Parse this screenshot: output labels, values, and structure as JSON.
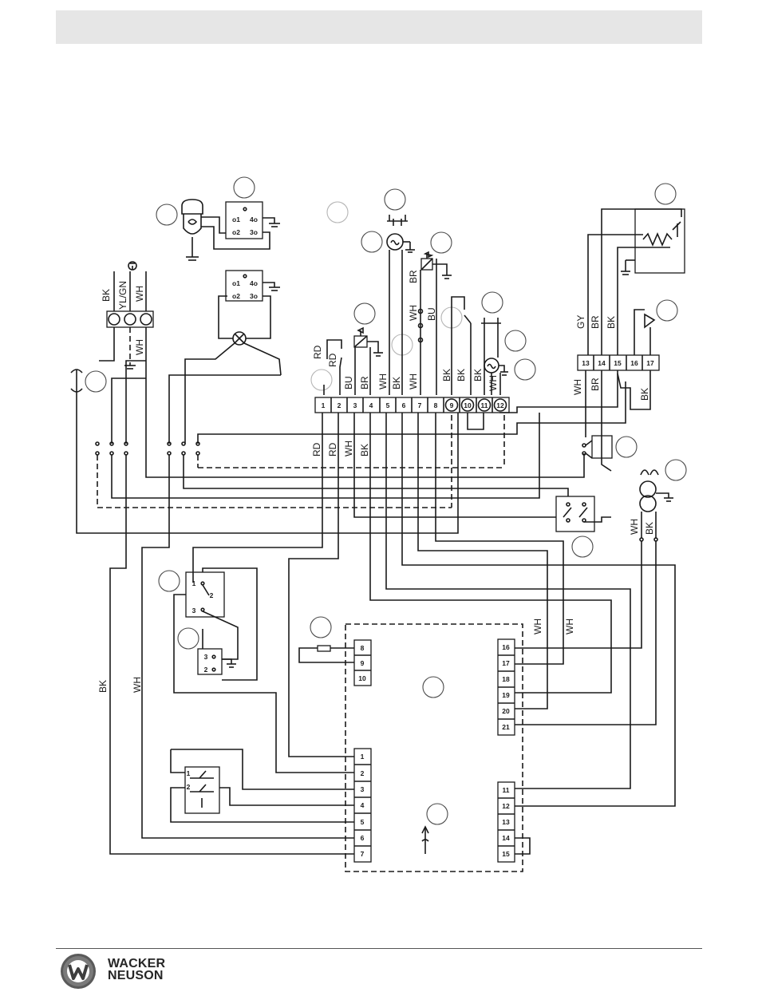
{
  "page": {
    "brand_line1": "WACKER",
    "brand_line2": "NEUSON"
  },
  "diagram": {
    "top_terminal_strip": [
      "1",
      "2",
      "3",
      "4",
      "5",
      "6",
      "7",
      "8",
      "9",
      "10",
      "11",
      "12"
    ],
    "right_terminal_strip": [
      "13",
      "14",
      "15",
      "16",
      "17"
    ],
    "controller_left_terminals": [
      "1",
      "2",
      "3",
      "4",
      "5",
      "6",
      "7"
    ],
    "controller_sensor_terminals": [
      "8",
      "9",
      "10"
    ],
    "controller_right_upper_terminals": [
      "16",
      "17",
      "18",
      "19",
      "20",
      "21"
    ],
    "controller_right_lower_terminals": [
      "11",
      "12",
      "13",
      "14",
      "15"
    ],
    "relay_contacts": [
      "o1",
      "4o",
      "o2",
      "3o"
    ],
    "switch_contacts": [
      "1",
      "2",
      "3"
    ],
    "wire_labels": {
      "bk": "BK",
      "yl_gn": "YL/GN",
      "wh": "WH",
      "rd": "RD",
      "bu": "BU",
      "br": "BR",
      "gy": "GY"
    }
  }
}
